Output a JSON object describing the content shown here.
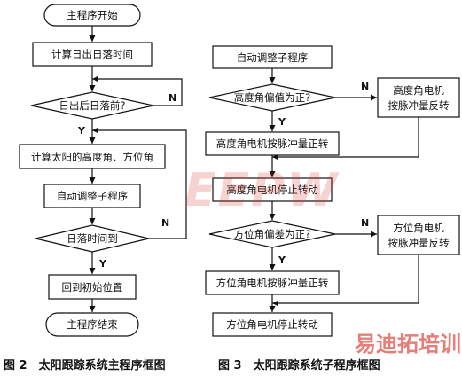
{
  "left": {
    "start": "主程序开始",
    "calc_sun_times": "计算日出日落时间",
    "decision_sunrise": "日出后日落前?",
    "calc_angles": "计算太阳的高度角、方位角",
    "auto_adjust": "自动调整子程序",
    "decision_sunset": "日落时间到",
    "return_home": "回到初始位置",
    "end": "主程序结束"
  },
  "right": {
    "start": "自动调整子程序",
    "decision_alt": "高度角偏值为正?",
    "alt_reverse_line1": "高度角电机",
    "alt_reverse_line2": "按脉冲量反转",
    "alt_forward": "高度角电机按脉冲量正转",
    "alt_stop": "高度角电机停止转动",
    "decision_az": "方位角偏差为正?",
    "az_reverse_line1": "方位角电机",
    "az_reverse_line2": "按脉冲量反转",
    "az_forward": "方位角电机按脉冲量正转",
    "az_stop": "方位角电机停止转动"
  },
  "branch": {
    "yes": "Y",
    "no": "N"
  },
  "captions": {
    "fig2": "图 2　太阳跟踪系统主程序框图",
    "fig3": "图 3　太阳跟踪系统子程序框图"
  },
  "watermark": {
    "logo": "EEPW",
    "corner": "易迪拓培训"
  },
  "colors": {
    "line": "#111111",
    "watermark_red": "#d8302a",
    "watermark_corner": "#e0504a"
  }
}
